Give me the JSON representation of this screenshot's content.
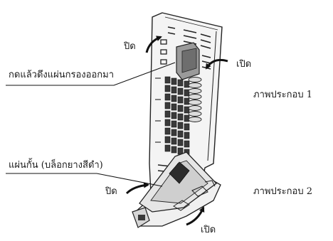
{
  "figure1": {
    "close_label": "ปิด",
    "open_label": "เปิด",
    "instruction_label": "กดแล้วดึงแผ่นกรองออกมา",
    "caption": "ภาพประกอบ 1"
  },
  "figure2": {
    "part_label": "แผ่นกั้น (บล็อกยางสีดำ)",
    "close_label": "ปิด",
    "open_label": "เปิด",
    "caption": "ภาพประกอบ 2"
  }
}
